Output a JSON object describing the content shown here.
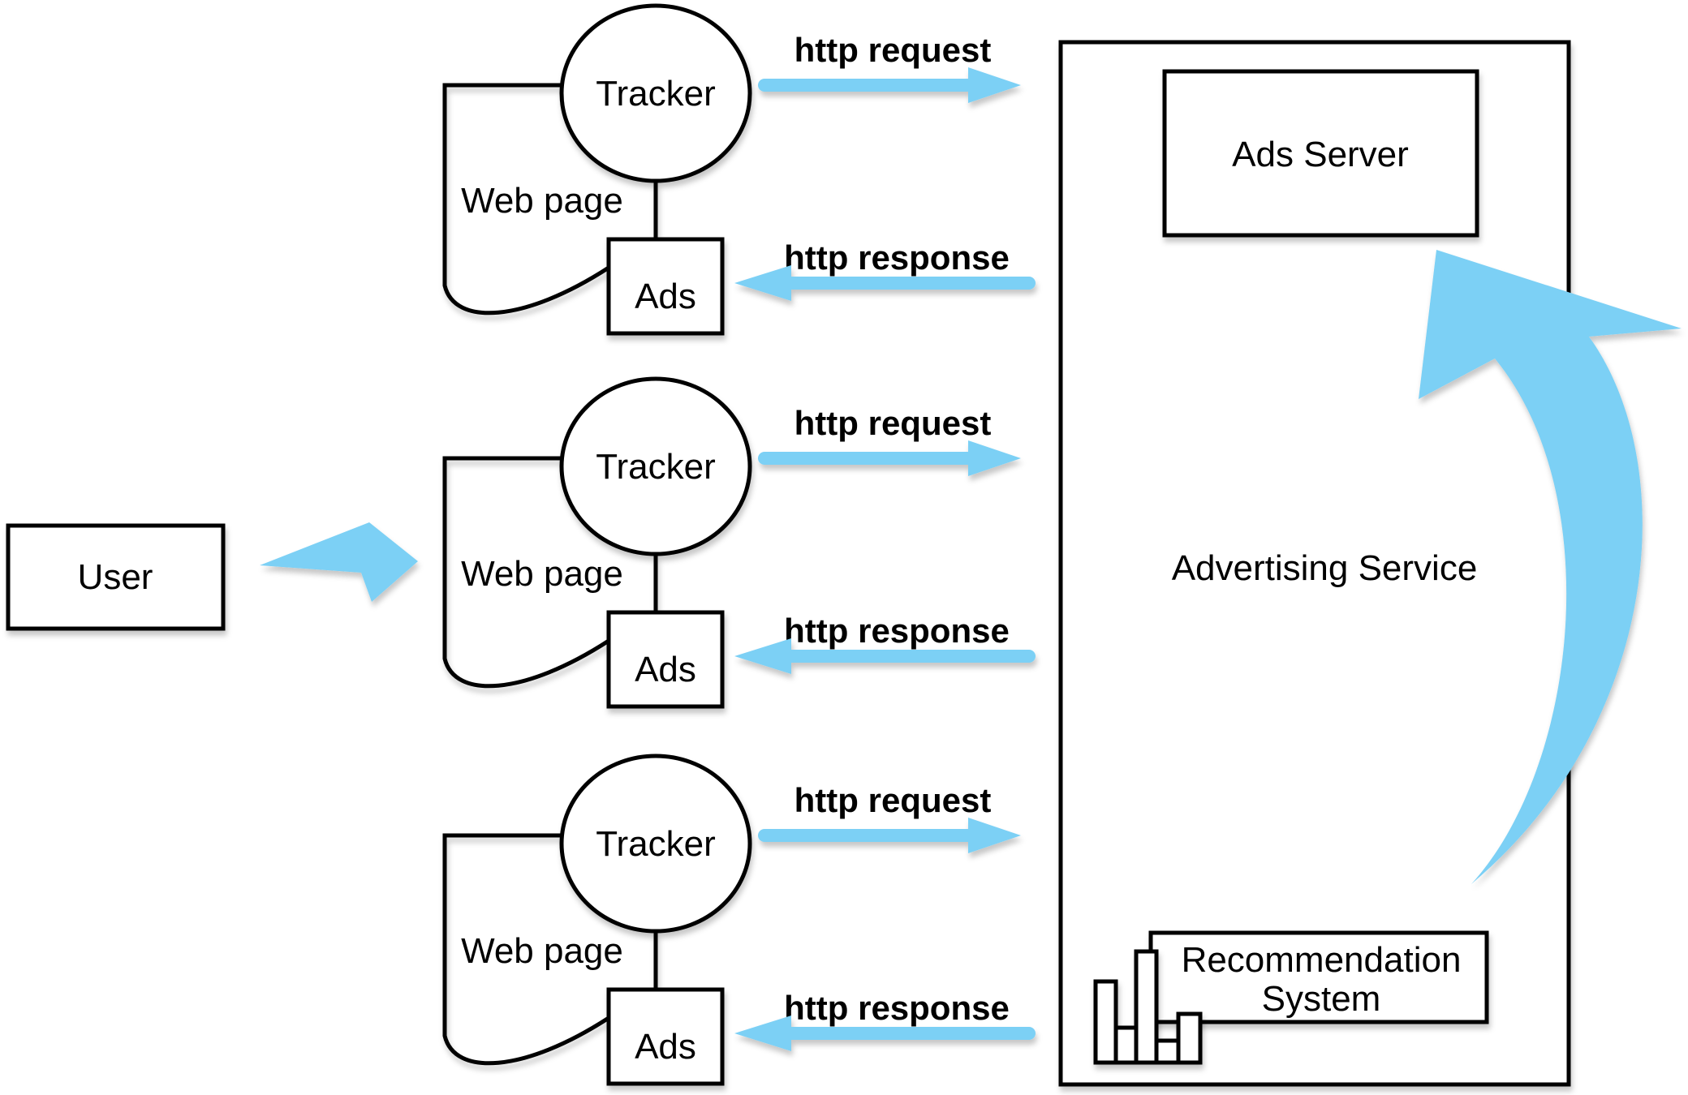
{
  "colors": {
    "arrow_blue": "#7CD0F5",
    "line_black": "#000000",
    "background": "#ffffff"
  },
  "user_box": {
    "label": "User"
  },
  "user_arrow_icon": "right-swoosh-arrow-icon",
  "web_page_groups": [
    {
      "page_label": "Web page",
      "tracker_label": "Tracker",
      "ads_label": "Ads",
      "request_arrow_label": "http request",
      "response_arrow_label": "http response"
    },
    {
      "page_label": "Web page",
      "tracker_label": "Tracker",
      "ads_label": "Ads",
      "request_arrow_label": "http request",
      "response_arrow_label": "http response"
    },
    {
      "page_label": "Web page",
      "tracker_label": "Tracker",
      "ads_label": "Ads",
      "request_arrow_label": "http request",
      "response_arrow_label": "http response"
    }
  ],
  "advertising_service": {
    "box_label": "Advertising Service",
    "ads_server": {
      "label": "Ads Server"
    },
    "recommendation_system": {
      "label_line1": "Recommendation",
      "label_line2": "System",
      "icon": "bar-chart-icon"
    },
    "feedback_arrow_icon": "curved-up-arrow-icon"
  }
}
